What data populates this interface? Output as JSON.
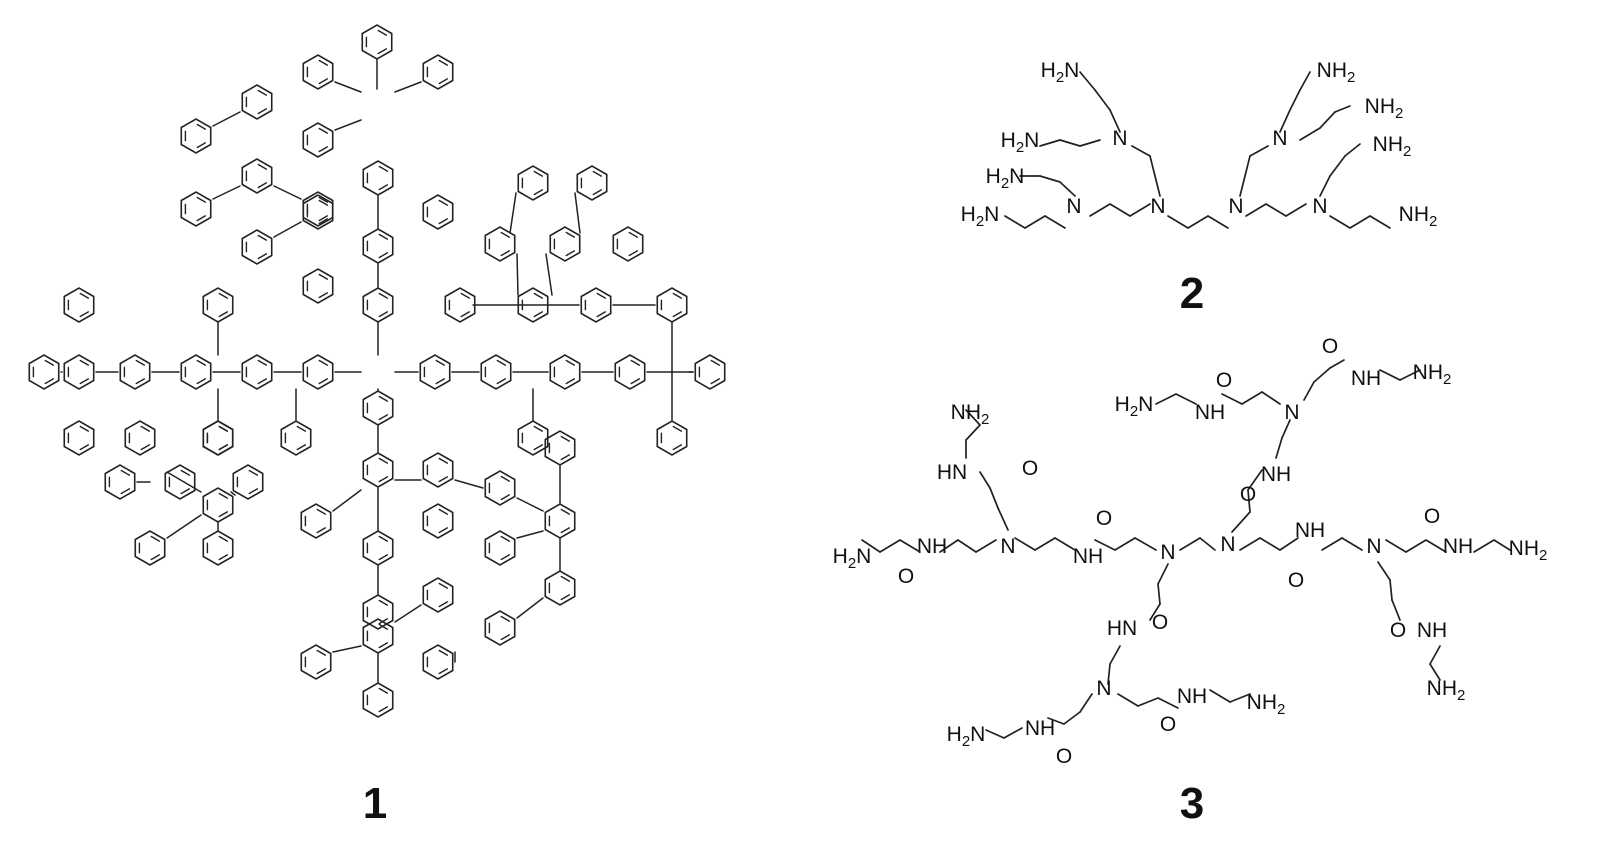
{
  "compounds": [
    {
      "label": "1"
    },
    {
      "label": "2"
    },
    {
      "label": "3"
    }
  ],
  "compound_2": {
    "atoms": [
      "H2N",
      "H2N",
      "H2N",
      "H2N",
      "N",
      "N",
      "N",
      "N",
      "N",
      "N",
      "NH2",
      "NH2",
      "NH2",
      "NH2"
    ]
  },
  "compound_3": {
    "atoms": [
      "H2N",
      "NH2",
      "H2N",
      "NH2",
      "H2N",
      "NH2",
      "H2N",
      "NH2",
      "N",
      "N",
      "N",
      "N",
      "N",
      "N",
      "O",
      "O",
      "O",
      "O",
      "O",
      "O",
      "O",
      "O",
      "O",
      "O",
      "O",
      "O",
      "NH",
      "NH",
      "NH",
      "NH",
      "NH",
      "NH",
      "NH",
      "NH",
      "NH",
      "NH",
      "NH",
      "NH"
    ]
  },
  "colors": {
    "bonds": "#222222",
    "text": "#111111"
  }
}
